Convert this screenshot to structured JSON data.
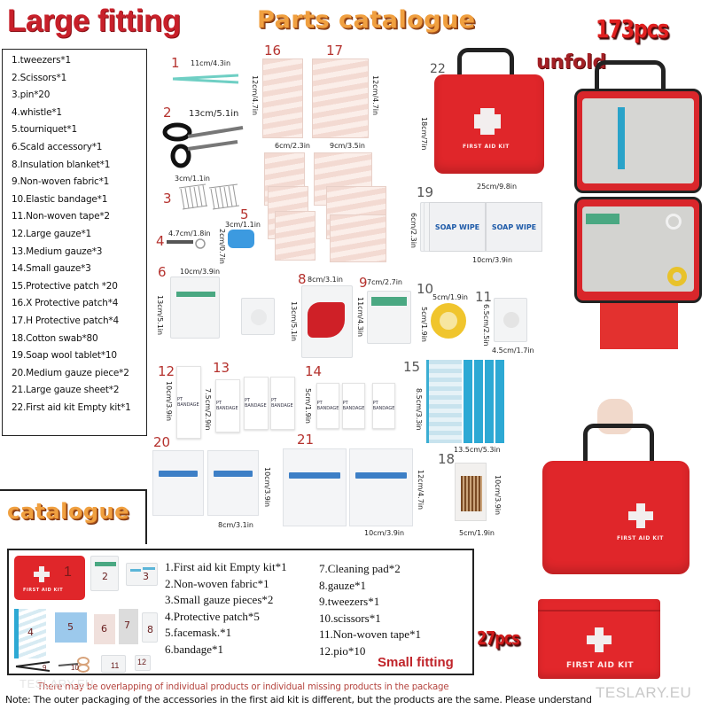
{
  "headings": {
    "large_fitting": "Large fitting",
    "parts_catalogue": "Parts catalogue",
    "total_pcs": "173pcs",
    "unfold": "unfold",
    "catalogue": "catalogue",
    "small_fitting": "Small fitting",
    "small_pcs": "27pcs"
  },
  "large_list": [
    "1.tweezers*1",
    "2.Scissors*1",
    "3.pin*20",
    "4.whistle*1",
    "5.tourniquet*1",
    "6.Scald accessory*1",
    "8.Insulation blanket*1",
    "9.Non-woven fabric*1",
    "10.Elastic bandage*1",
    "11.Non-woven tape*2",
    "12.Large gauze*1",
    "13.Medium gauze*3",
    "14.Small gauze*3",
    "15.Protective patch *20",
    "16.X Protective patch*4",
    "17.H Protective patch*4",
    "18.Cotton swab*80",
    "19.Soap wool tablet*10",
    "20.Medium gauze piece*2",
    "21.Large gauze sheet*2",
    "22.First aid kit Empty kit*1"
  ],
  "small_list_left": [
    "1.First aid kit Empty kit*1",
    "2.Non-woven fabric*1",
    "3.Small gauze pieces*2",
    "4.Protective patch*5",
    "5.facemask.*1",
    "6.bandage*1"
  ],
  "small_list_right": [
    "7.Cleaning pad*2",
    "8.gauze*1",
    "9.tweezers*1",
    "10.scissors*1",
    "11.Non-woven tape*1",
    "12.pio*10"
  ],
  "parts": {
    "p1": {
      "num": "1",
      "dim": "11cm/4.3in"
    },
    "p2": {
      "num": "2",
      "dim": "13cm/5.1in"
    },
    "p3": {
      "num": "3",
      "dim": "3cm/1.1in"
    },
    "p4": {
      "num": "4",
      "dim": "4.7cm/1.8in"
    },
    "p5": {
      "num": "5",
      "dim_w": "3cm/1.1in",
      "dim_h": "2cm/0.7in"
    },
    "p6": {
      "num": "6",
      "dim_w": "10cm/3.9in",
      "dim_h": "13cm/5.1in"
    },
    "p8": {
      "num": "8",
      "dim_w": "8cm/3.1in",
      "dim_h": "13cm/5.1in"
    },
    "p9": {
      "num": "9",
      "dim_w": "7cm/2.7in",
      "dim_h": "11cm/4.3in"
    },
    "p10": {
      "num": "10",
      "dim_w": "5cm/1.9in",
      "dim_h": "5cm/1.9in"
    },
    "p11": {
      "num": "11",
      "dim_w": "4.5cm/1.7in",
      "dim_h": "6.5cm/2.5in"
    },
    "p12": {
      "num": "12",
      "dim_h": "10cm/3.9in"
    },
    "p13": {
      "num": "13",
      "dim_h": "7.5cm/2.9in"
    },
    "p14": {
      "num": "14",
      "dim_h": "5cm/1.9in"
    },
    "p15": {
      "num": "15",
      "dim_w": "13.5cm/5.3in",
      "dim_h": "8.5cm/3.3in"
    },
    "p16": {
      "num": "16",
      "dim_w": "6cm/2.3in",
      "dim_h": "12cm/4.7in"
    },
    "p17": {
      "num": "17",
      "dim_w": "9cm/3.5in",
      "dim_h": "12cm/4.7in"
    },
    "p18": {
      "num": "18",
      "dim_w": "5cm/1.9in",
      "dim_h": "10cm/3.9in"
    },
    "p19": {
      "num": "19",
      "dim_w": "10cm/3.9in",
      "dim_h": "6cm/2.3in",
      "label": "SOAP WIPE"
    },
    "p20": {
      "num": "20",
      "dim_w": "8cm/3.1in",
      "dim_h": "10cm/3.9in"
    },
    "p21": {
      "num": "21",
      "dim_w": "10cm/3.9in",
      "dim_h": "12cm/4.7in"
    },
    "p22": {
      "num": "22",
      "dim_w": "25cm/9.8in",
      "dim_h": "18cm/7in",
      "label": "FIRST AID KIT"
    }
  },
  "bandage_text": "BANDAGE",
  "roll_text": "PT BANDAGE",
  "kit_label": "FIRST AID KIT",
  "small_kit_numbers": [
    "1",
    "2",
    "3",
    "4",
    "5",
    "6",
    "7",
    "8",
    "9",
    "10",
    "11",
    "12"
  ],
  "notes": {
    "warning": "There may be overlapping of individual products or individual missing products in the package",
    "note": "Note: The outer packaging of the accessories in the first aid kit is different, but the products are the same. Please understand"
  },
  "watermarks": {
    "bottom_right": "TESLARY.EU",
    "bottom_left": "TESLARY.EU"
  },
  "colors": {
    "title_red": "#c8202a",
    "title_orange": "#f0a040",
    "kit_red": "#e0262a",
    "number_red": "#b5322e"
  }
}
